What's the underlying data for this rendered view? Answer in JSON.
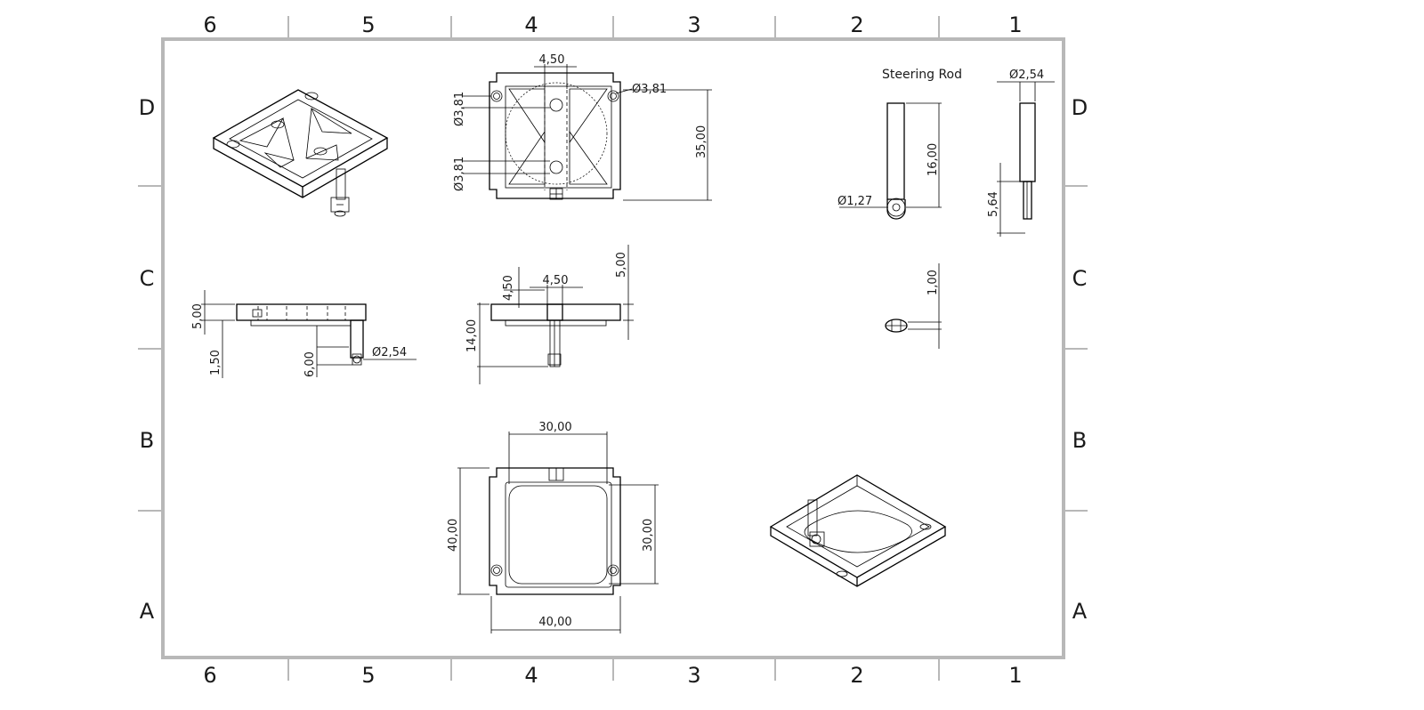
{
  "zones": {
    "columns": [
      "6",
      "5",
      "4",
      "3",
      "2",
      "1"
    ],
    "rows": [
      "D",
      "C",
      "B",
      "A"
    ]
  },
  "labels": {
    "steering_rod_title": "Steering Rod"
  },
  "dimensions": {
    "top_view": {
      "width_center": "4,50",
      "hole_upper_right": "Ø3,81",
      "hole_upper_left": "Ø3,81",
      "hole_lower_left": "Ø3,81",
      "height": "35,00"
    },
    "rod_front": {
      "length": "16,00",
      "eye_hole": "Ø1,27"
    },
    "rod_side": {
      "diameter": "Ø2,54",
      "tip_length": "5,64"
    },
    "rod_top": {
      "thickness": "1,00"
    },
    "left_section": {
      "plate_thickness": "5,00",
      "base_offset": "1,50",
      "rod_length": "6,00",
      "rod_diameter": "Ø2,54"
    },
    "front_view": {
      "slot_height": "4,50",
      "slot_width": "4,50",
      "plate_height": "5,00",
      "rod_drop": "14,00"
    },
    "bottom_view": {
      "inner_width": "30,00",
      "outer_height": "40,00",
      "inner_height": "30,00",
      "outer_width": "40,00"
    }
  }
}
